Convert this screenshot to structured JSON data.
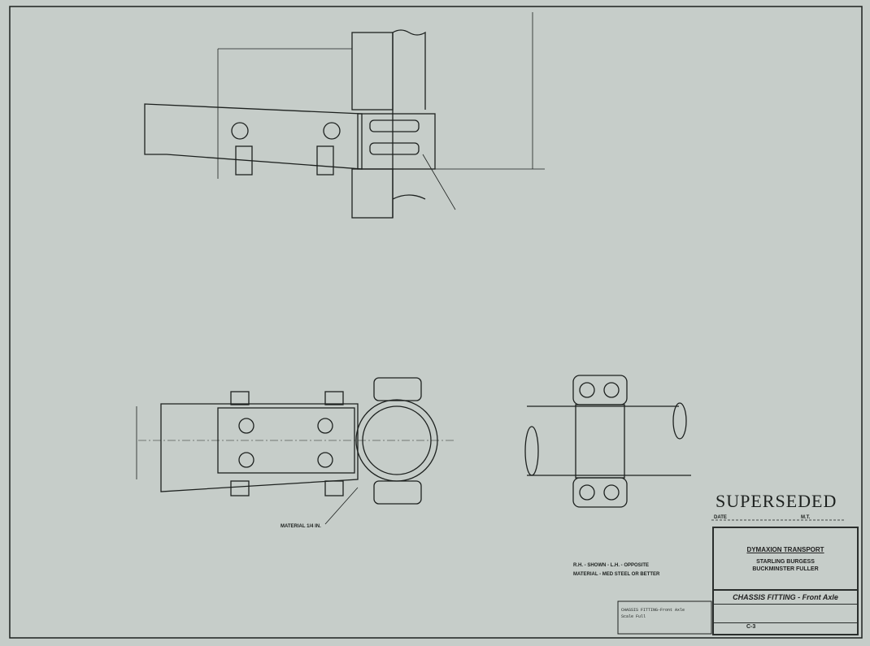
{
  "stamp": "SUPERSEDED",
  "stamp_line": {
    "by": "DATE",
    "right": "M.T."
  },
  "title_block": {
    "company": "DYMAXION TRANSPORT",
    "designers": [
      "STARLING BURGESS",
      "BUCKMINSTER FULLER"
    ],
    "drawing_title": "CHASSIS FITTING - Front Axle",
    "drawing_no": "C-3"
  },
  "notes": {
    "hand": "R.H. - SHOWN - L.H. - OPPOSITE",
    "material_note": "MATERIAL - MED STEEL OR BETTER",
    "material_callout": "MATERIAL 1/4 IN."
  },
  "label_card": [
    "CHASSIS FITTING-Front Axle",
    "Scale Full"
  ],
  "colors": {
    "paper": "#c6cdc9",
    "ink": "#1d211f"
  }
}
